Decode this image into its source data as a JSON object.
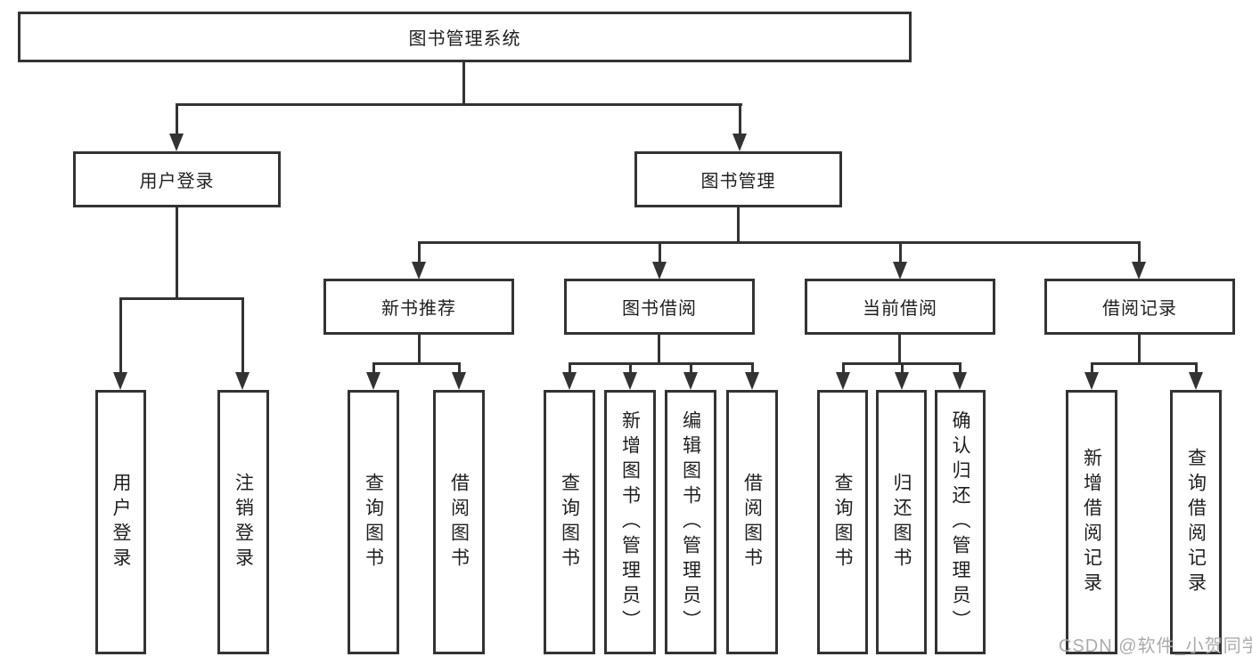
{
  "diagram": {
    "root": {
      "label": "图书管理系统"
    },
    "level2": [
      {
        "label": "用户登录"
      },
      {
        "label": "图书管理"
      }
    ],
    "level3": [
      {
        "label": "新书推荐"
      },
      {
        "label": "图书借阅"
      },
      {
        "label": "当前借阅"
      },
      {
        "label": "借阅记录"
      }
    ],
    "leaves": {
      "login": [
        "用户登录",
        "注销登录"
      ],
      "newbook": [
        "查询图书",
        "借阅图书"
      ],
      "borrow": [
        "查询图书",
        "新增图书（管理员）",
        "编辑图书（管理员）",
        "借阅图书"
      ],
      "current": [
        "查询图书",
        "归还图书",
        "确认归还（管理员）"
      ],
      "records": [
        "新增借阅记录",
        "查询借阅记录"
      ]
    }
  },
  "watermark": {
    "text": "CSDN @软件_小贺同学"
  },
  "colors": {
    "line": "#333333",
    "text": "#1f1f1f",
    "watermark": "#ababab",
    "bg": "#ffffff"
  }
}
